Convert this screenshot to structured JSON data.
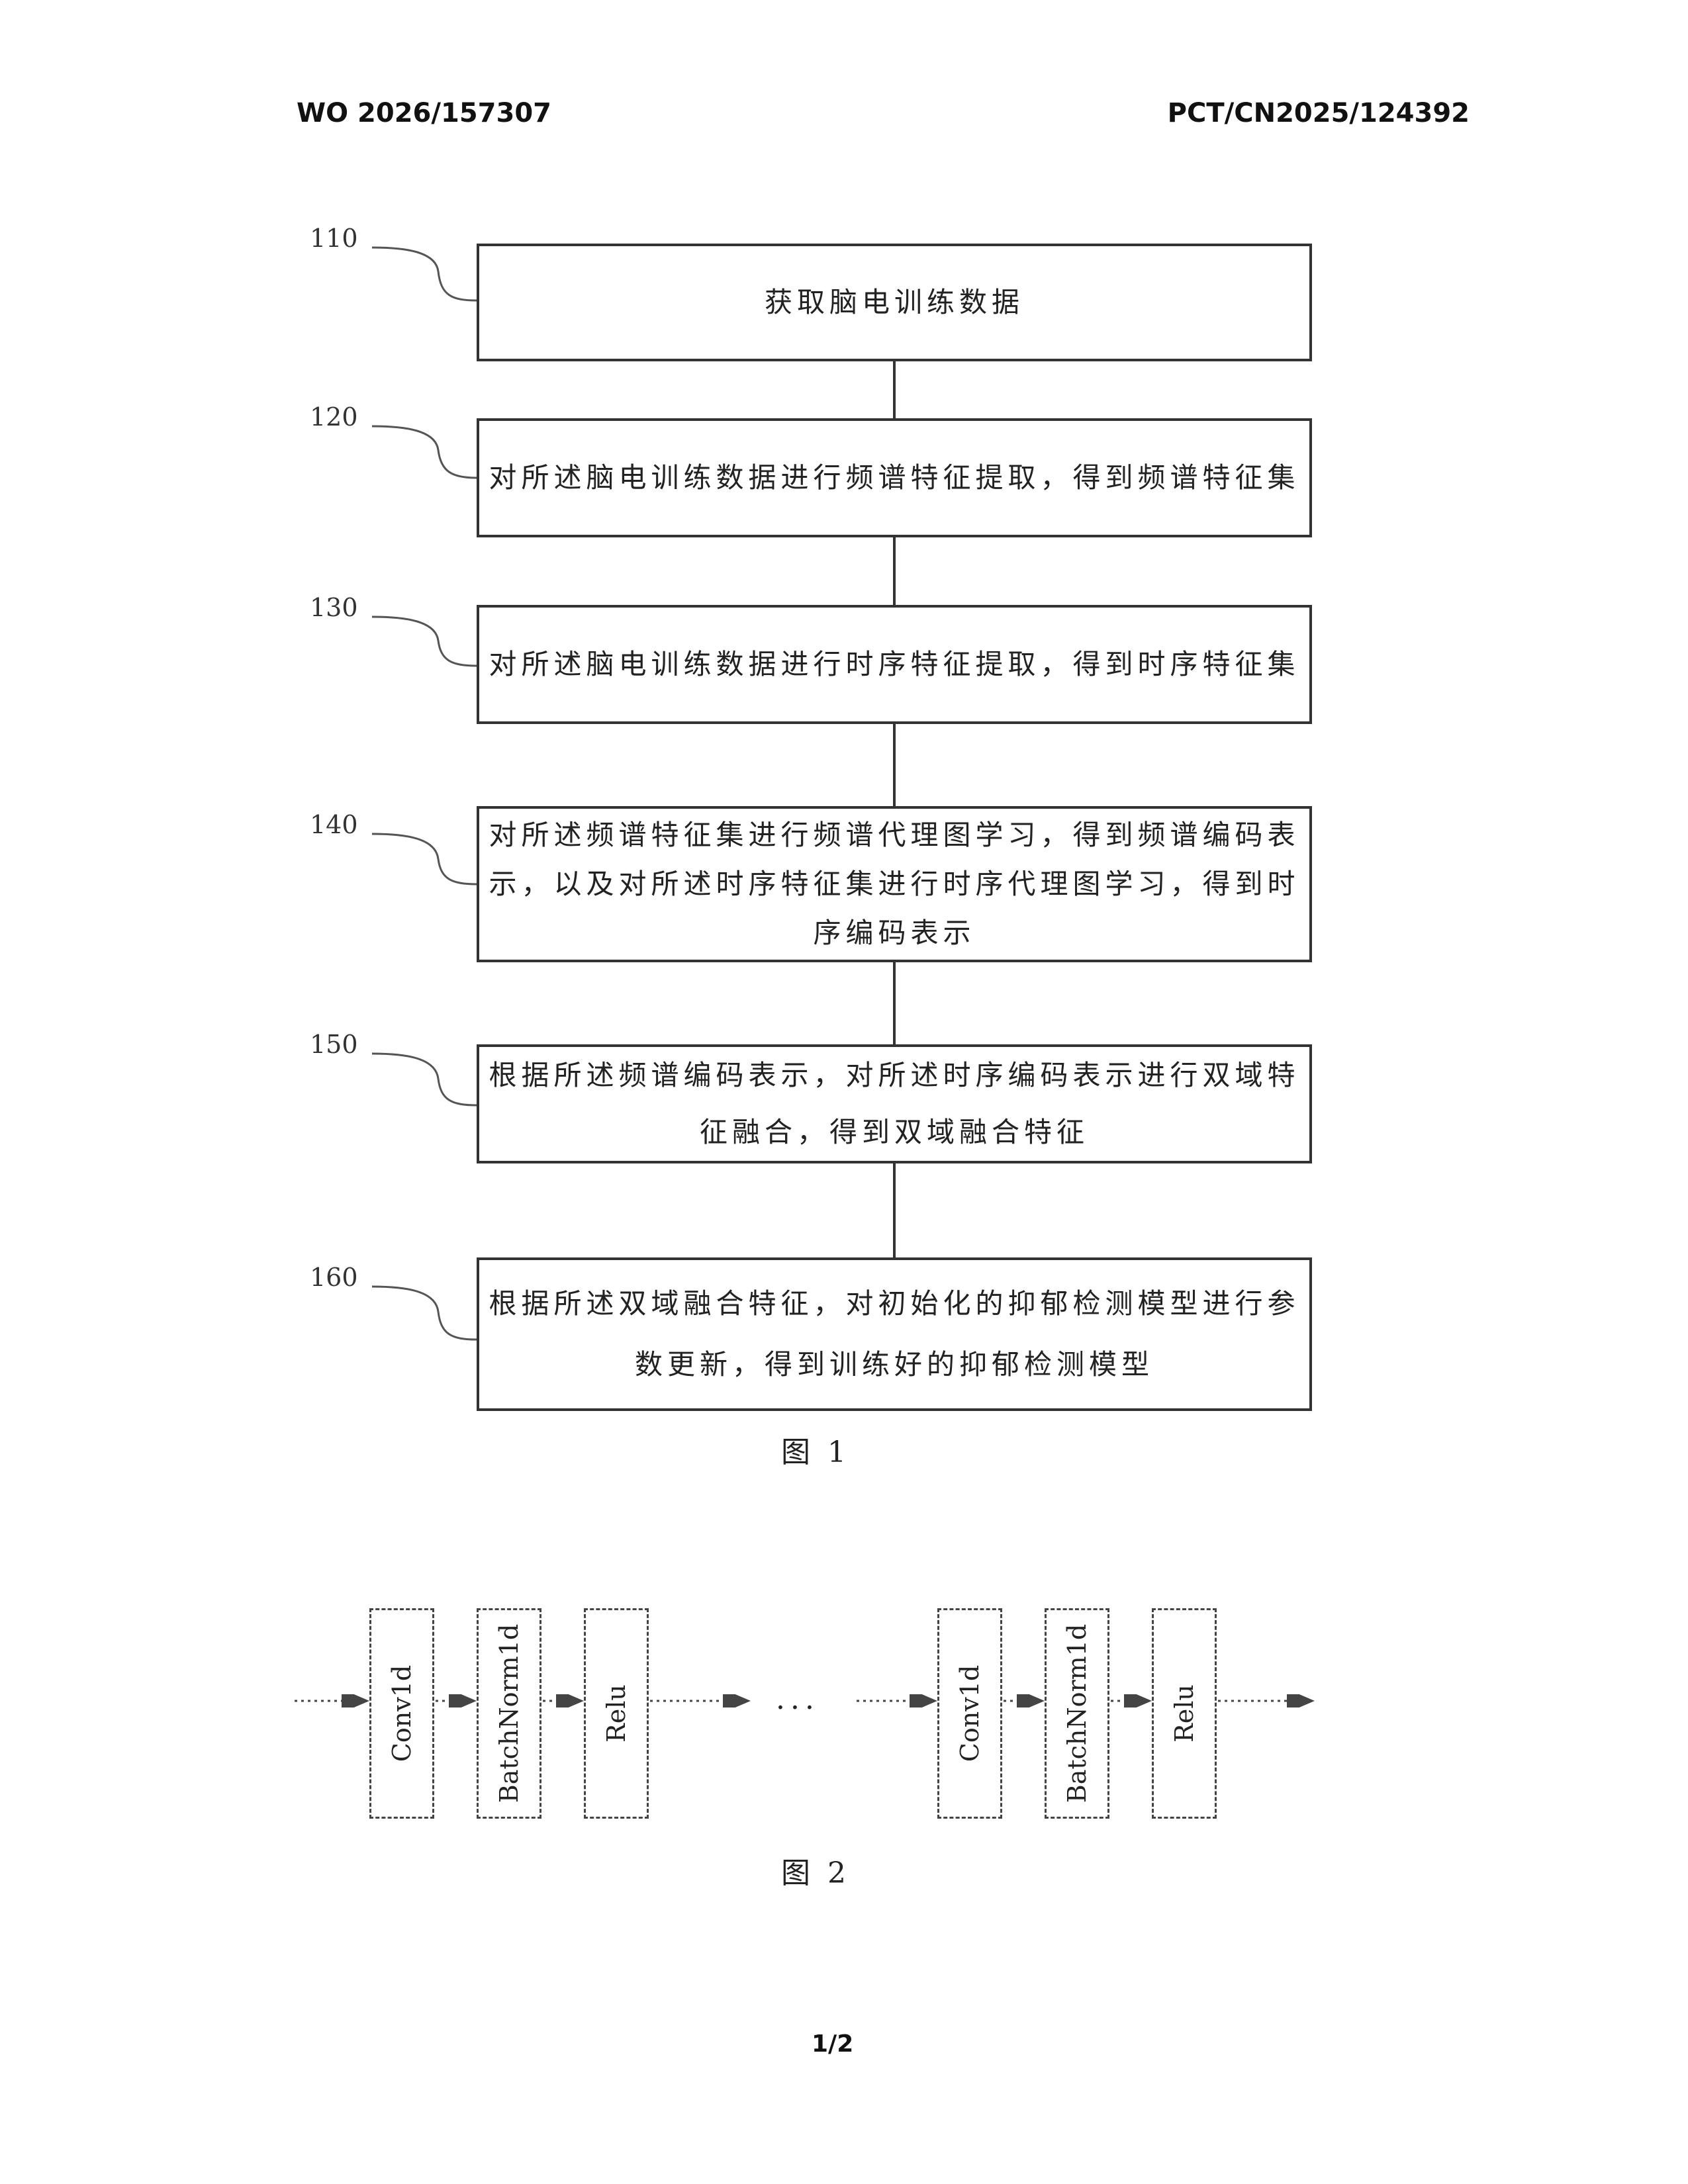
{
  "header": {
    "publication_number": "WO 2026/157307",
    "application_number": "PCT/CN2025/124392"
  },
  "figure1": {
    "caption": "图 1",
    "steps": [
      {
        "num": "110",
        "text": "获取脑电训练数据"
      },
      {
        "num": "120",
        "text": "对所述脑电训练数据进行频谱特征提取，得到频谱特征集"
      },
      {
        "num": "130",
        "text": "对所述脑电训练数据进行时序特征提取，得到时序特征集"
      },
      {
        "num": "140",
        "text": "对所述频谱特征集进行频谱代理图学习，得到频谱编码表示，以及对所述时序特征集进行时序代理图学习，得到时序编码表示"
      },
      {
        "num": "150",
        "text": "根据所述频谱编码表示，对所述时序编码表示进行双域特征融合，得到双域融合特征"
      },
      {
        "num": "160",
        "text": "根据所述双域融合特征，对初始化的抑郁检测模型进行参数更新，得到训练好的抑郁检测模型"
      }
    ]
  },
  "figure2": {
    "caption": "图 2",
    "ellipsis": "···",
    "layers": [
      "Conv1d",
      "BatchNorm1d",
      "Relu",
      "Conv1d",
      "BatchNorm1d",
      "Relu"
    ]
  },
  "page_number": "1/2"
}
